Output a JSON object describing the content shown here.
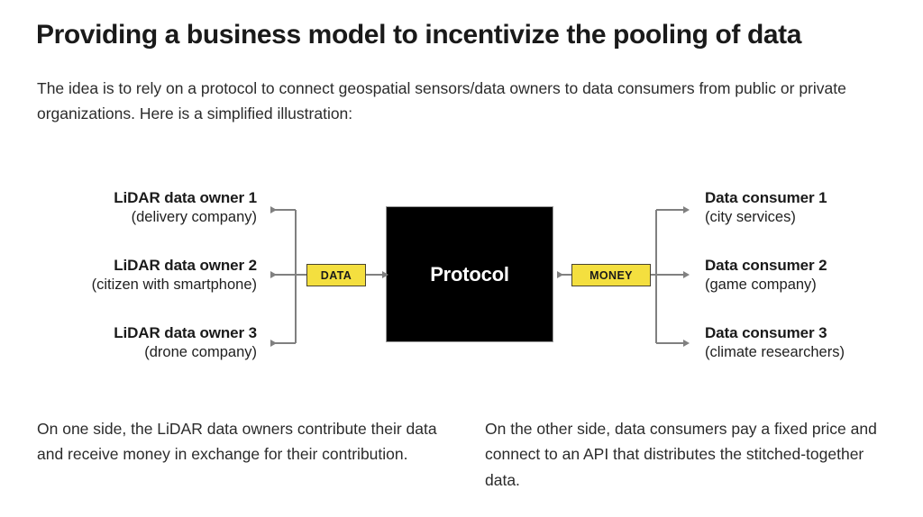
{
  "slide": {
    "title": "Providing a business model to incentivize the pooling of data",
    "intro": "The idea is to rely on a protocol to connect geospatial sensors/data owners to data consumers from public or private organizations. Here is a simplified illustration:"
  },
  "diagram": {
    "protocol": {
      "label": "Protocol",
      "fill": "#000000",
      "text_color": "#ffffff"
    },
    "badges": {
      "data": "DATA",
      "money": "MONEY",
      "fill": "#f4df3f",
      "border": "#4a4430"
    },
    "connector_color": "#808080",
    "owners": [
      {
        "title": "LiDAR data owner 1",
        "subtitle": "(delivery company)"
      },
      {
        "title": "LiDAR data owner 2",
        "subtitle": "(citizen with smartphone)"
      },
      {
        "title": "LiDAR data owner 3",
        "subtitle": "(drone company)"
      }
    ],
    "consumers": [
      {
        "title": "Data consumer 1",
        "subtitle": "(city services)"
      },
      {
        "title": "Data consumer 2",
        "subtitle": "(game company)"
      },
      {
        "title": "Data consumer 3",
        "subtitle": "(climate researchers)"
      }
    ]
  },
  "footer": {
    "left": "On one side, the LiDAR data owners contribute their data and receive money in exchange for their contribution.",
    "right": "On the other side, data consumers pay a fixed price and connect to an API that distributes the stitched-together data."
  }
}
